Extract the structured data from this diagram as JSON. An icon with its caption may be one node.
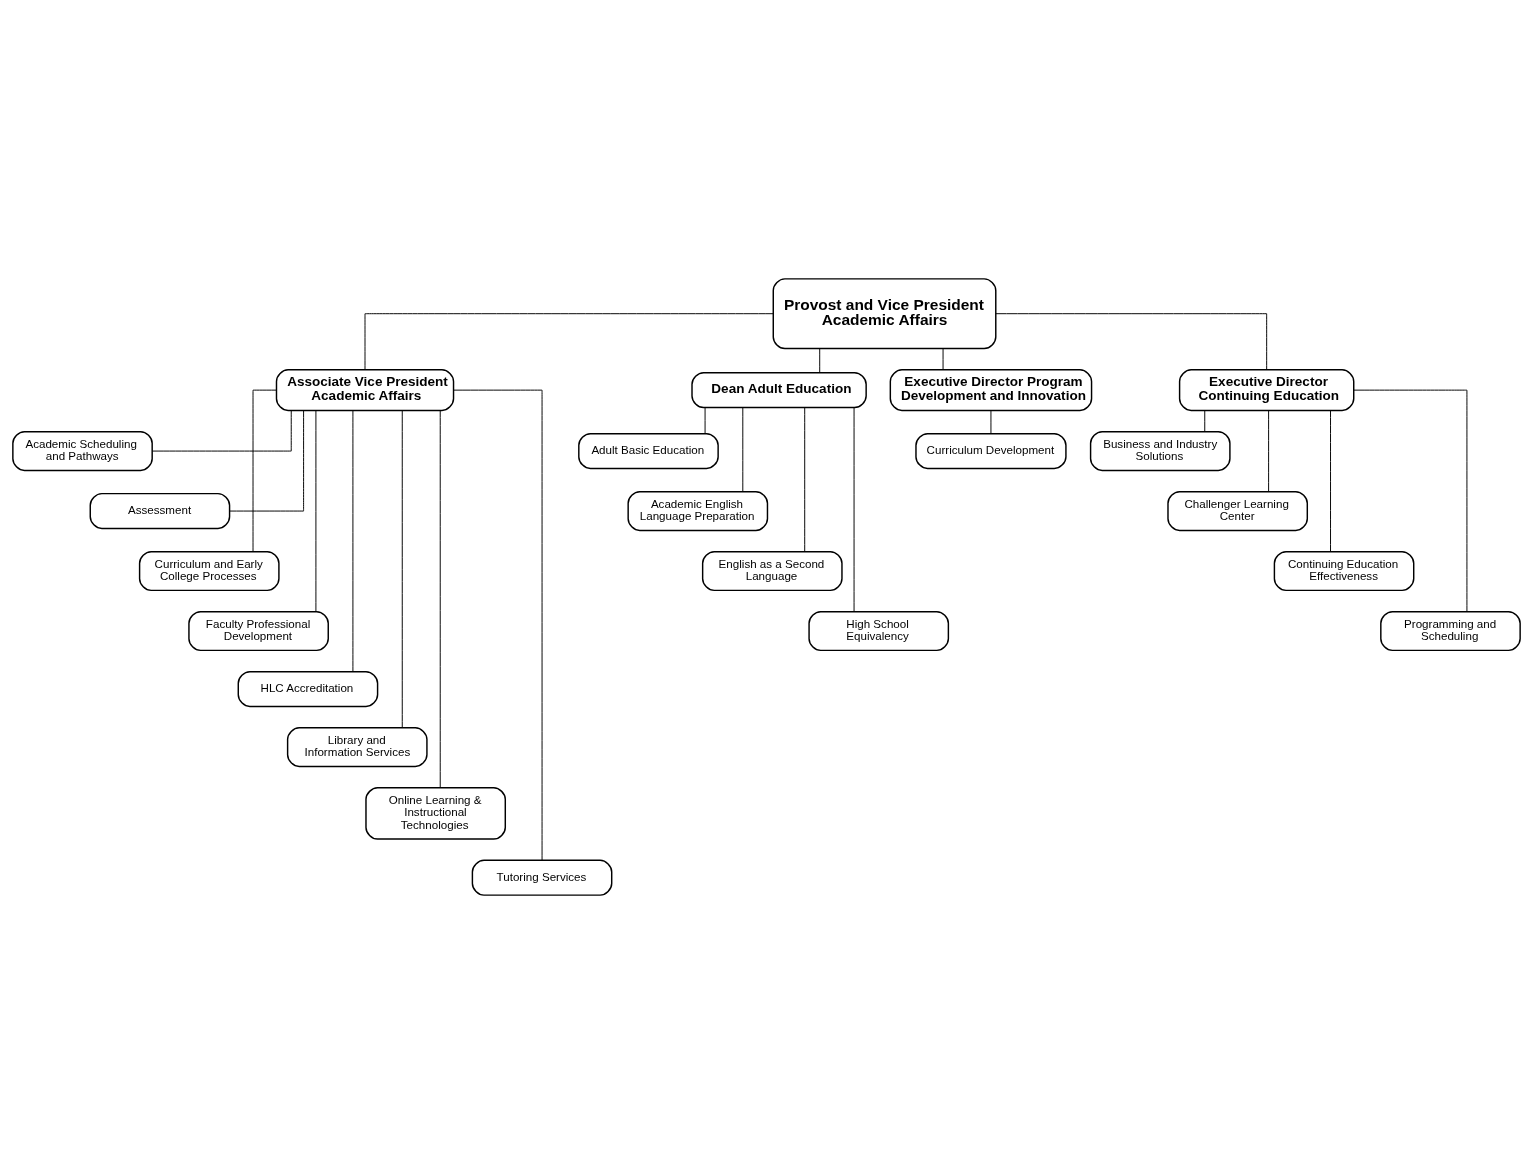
{
  "diagram": {
    "nodes": [
      {
        "text": [
          "Provost and Vice President Academic Affairs"
        ]
      },
      {
        "text": [
          "Associate Vice President Academic Affairs"
        ]
      },
      {
        "text": [
          "Academic Scheduling and Pathways"
        ]
      },
      {
        "text": [
          "Assessment"
        ]
      },
      {
        "text": [
          "Curriculum and Early College Processes"
        ]
      },
      {
        "text": [
          "Faculty Professional Development"
        ]
      },
      {
        "text": [
          "HLC Accreditation"
        ]
      },
      {
        "text": [
          "Library and Information Services"
        ]
      },
      {
        "text": [
          "Online Learning & Instructional Technologies"
        ]
      },
      {
        "text": [
          "Tutoring Services"
        ]
      },
      {
        "text": [
          "Dean Adult Education"
        ]
      },
      {
        "text": [
          "Adult Basic Education"
        ]
      },
      {
        "text": [
          "Academic English Language Preparation"
        ]
      },
      {
        "text": [
          "English as a Second Language"
        ]
      },
      {
        "text": [
          "High School Equivalency"
        ]
      },
      {
        "text": [
          "Executive Director Program Development and Innovation"
        ]
      },
      {
        "text": [
          "Curriculum Development"
        ]
      },
      {
        "text": [
          "Executive Director Continuing Education"
        ]
      },
      {
        "text": [
          "Business and Industry Solutions"
        ]
      },
      {
        "text": [
          "Challenger Learning Center"
        ]
      },
      {
        "text": [
          "Continuing Education Effectiveness"
        ]
      },
      {
        "text": [
          "Programming and Scheduling"
        ]
      }
    ],
    "edges": [
      {
        "from": 0,
        "to": 1,
        "arrow": "none"
      },
      {
        "from": 0,
        "to": 10,
        "arrow": "none"
      },
      {
        "from": 0,
        "to": 15,
        "arrow": "none"
      },
      {
        "from": 0,
        "to": 17,
        "arrow": "none"
      },
      {
        "from": 1,
        "to": 2,
        "arrow": "none"
      },
      {
        "from": 1,
        "to": 3,
        "arrow": "none"
      },
      {
        "from": 1,
        "to": 4,
        "arrow": "none"
      },
      {
        "from": 1,
        "to": 5,
        "arrow": "none"
      },
      {
        "from": 1,
        "to": 6,
        "arrow": "none"
      },
      {
        "from": 1,
        "to": 7,
        "arrow": "none"
      },
      {
        "from": 1,
        "to": 8,
        "arrow": "none"
      },
      {
        "from": 1,
        "to": 9,
        "arrow": "none"
      },
      {
        "from": 10,
        "to": 11,
        "arrow": "none"
      },
      {
        "from": 10,
        "to": 12,
        "arrow": "none"
      },
      {
        "from": 10,
        "to": 13,
        "arrow": "none"
      },
      {
        "from": 10,
        "to": 14,
        "arrow": "none"
      },
      {
        "from": 15,
        "to": 16,
        "arrow": "none"
      },
      {
        "from": 17,
        "to": 18,
        "arrow": "none"
      },
      {
        "from": 17,
        "to": 19,
        "arrow": "none"
      },
      {
        "from": 17,
        "to": 20,
        "arrow": "none"
      },
      {
        "from": 17,
        "to": 21,
        "arrow": "none"
      }
    ]
  }
}
